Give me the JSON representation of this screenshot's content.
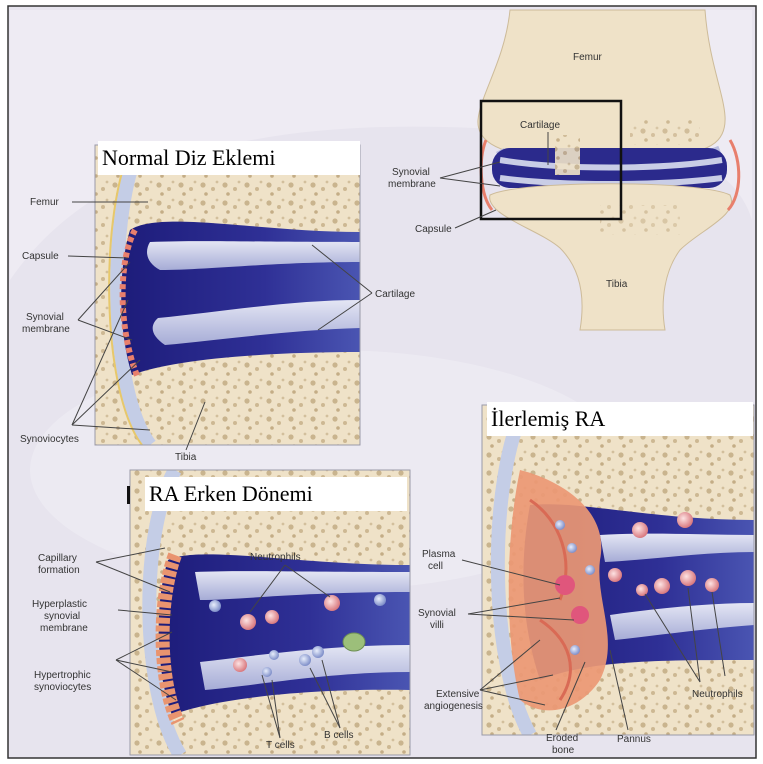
{
  "captions": {
    "normal": "Normal Diz Eklemi",
    "early": "RA Erken Dönemi",
    "advanced": "İlerlemiş RA"
  },
  "overview": {
    "femur": "Femur",
    "tibia": "Tibia",
    "cartilage": "Cartilage",
    "synovial_1": "Synovial",
    "synovial_2": "membrane",
    "capsule": "Capsule"
  },
  "normal_panel": {
    "femur": "Femur",
    "capsule": "Capsule",
    "synovial_1": "Synovial",
    "synovial_2": "membrane",
    "cartilage": "Cartilage",
    "synoviocytes": "Synoviocytes",
    "tibia": "Tibia"
  },
  "early_panel": {
    "capillary_1": "Capillary",
    "capillary_2": "formation",
    "hyperplastic_1": "Hyperplastic",
    "hyperplastic_2": "synovial",
    "hyperplastic_3": "membrane",
    "hypertrophic_1": "Hypertrophic",
    "hypertrophic_2": "synoviocytes",
    "neutrophils": "Neutrophils",
    "t_cells": "T cells",
    "b_cells": "B cells"
  },
  "advanced_panel": {
    "plasma_1": "Plasma",
    "plasma_2": "cell",
    "villi_1": "Synovial",
    "villi_2": "villi",
    "angio_1": "Extensive",
    "angio_2": "angiogenesis",
    "eroded_1": "Eroded",
    "eroded_2": "bone",
    "pannus": "Pannus",
    "neutrophils": "Neutrophils"
  },
  "colors": {
    "background": "#e7e4ee",
    "bone": "#efe2c8",
    "bone_pore": "#c9b48e",
    "cavity": "#2b2a8c",
    "cartilage": "#c9cde6",
    "synovium": "#e87f6c",
    "capsule": "#b9c5e0"
  }
}
